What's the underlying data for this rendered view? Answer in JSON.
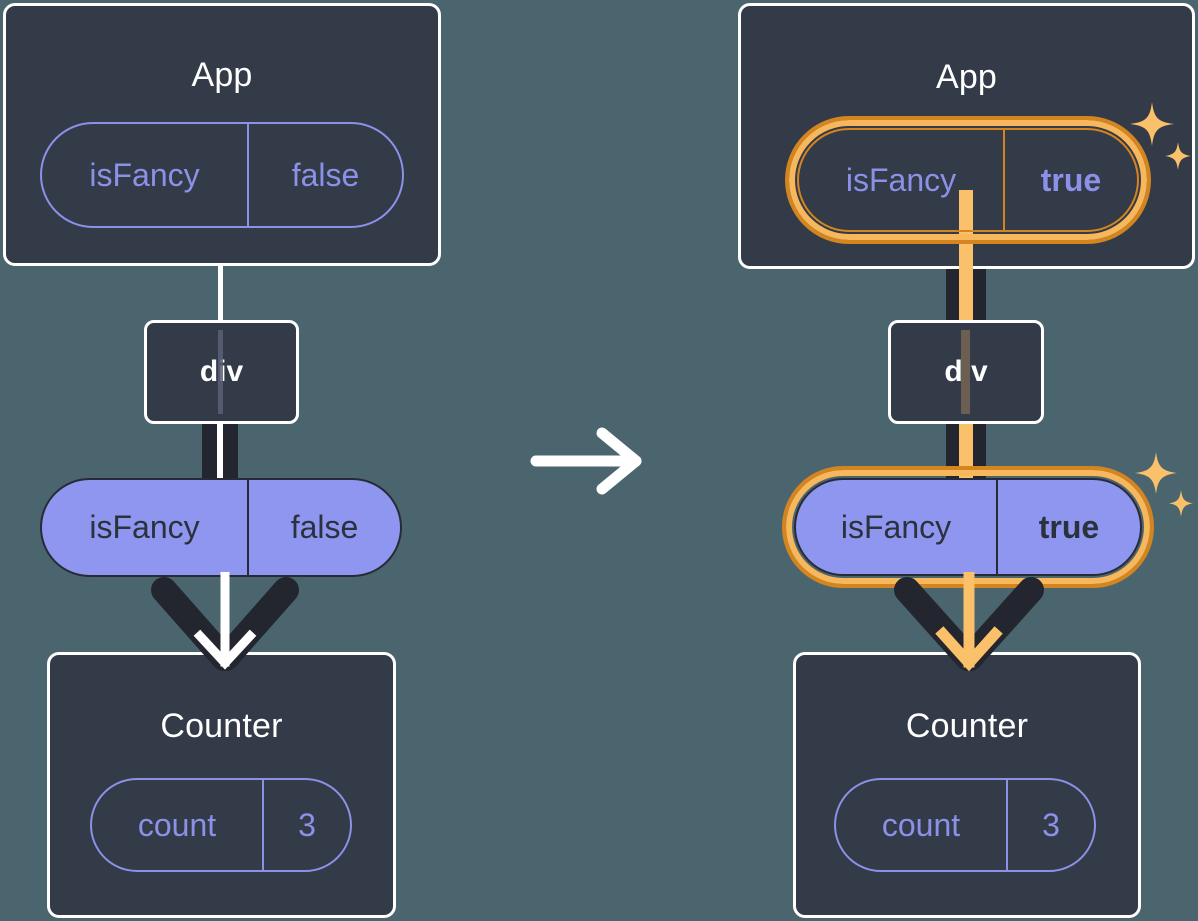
{
  "diagram": {
    "title": "React state propagation: isFancy false to true",
    "background_color": "#4b656e",
    "transition_arrow_icon": "arrow-right-icon"
  },
  "colors": {
    "box_fill": "#333a48",
    "box_border": "#ffffff",
    "pill_outline": "#8c91e8",
    "pill_fill": "#8e96ef",
    "pill_dark_text": "#2b313d",
    "highlight_outer": "#d4851f",
    "highlight_inner": "#f7b75c",
    "arrow_dark": "#23262f",
    "arrow_white": "#ffffff",
    "arrow_orange": "#fbc06a",
    "sparkle": "#fbc06a"
  },
  "before": {
    "app": {
      "title": "App",
      "pill": {
        "key": "isFancy",
        "value": "false",
        "style": "outline",
        "highlighted": false
      }
    },
    "div": {
      "label": "div"
    },
    "props_pill": {
      "key": "isFancy",
      "value": "false",
      "style": "filled",
      "highlighted": false
    },
    "counter": {
      "title": "Counter",
      "pill": {
        "key": "count",
        "value": "3",
        "style": "outline",
        "highlighted": false
      }
    }
  },
  "after": {
    "app": {
      "title": "App",
      "pill": {
        "key": "isFancy",
        "value": "true",
        "style": "outline",
        "highlighted": true
      }
    },
    "div": {
      "label": "div"
    },
    "props_pill": {
      "key": "isFancy",
      "value": "true",
      "style": "filled",
      "highlighted": true
    },
    "counter": {
      "title": "Counter",
      "pill": {
        "key": "count",
        "value": "3",
        "style": "outline",
        "highlighted": false
      }
    }
  }
}
